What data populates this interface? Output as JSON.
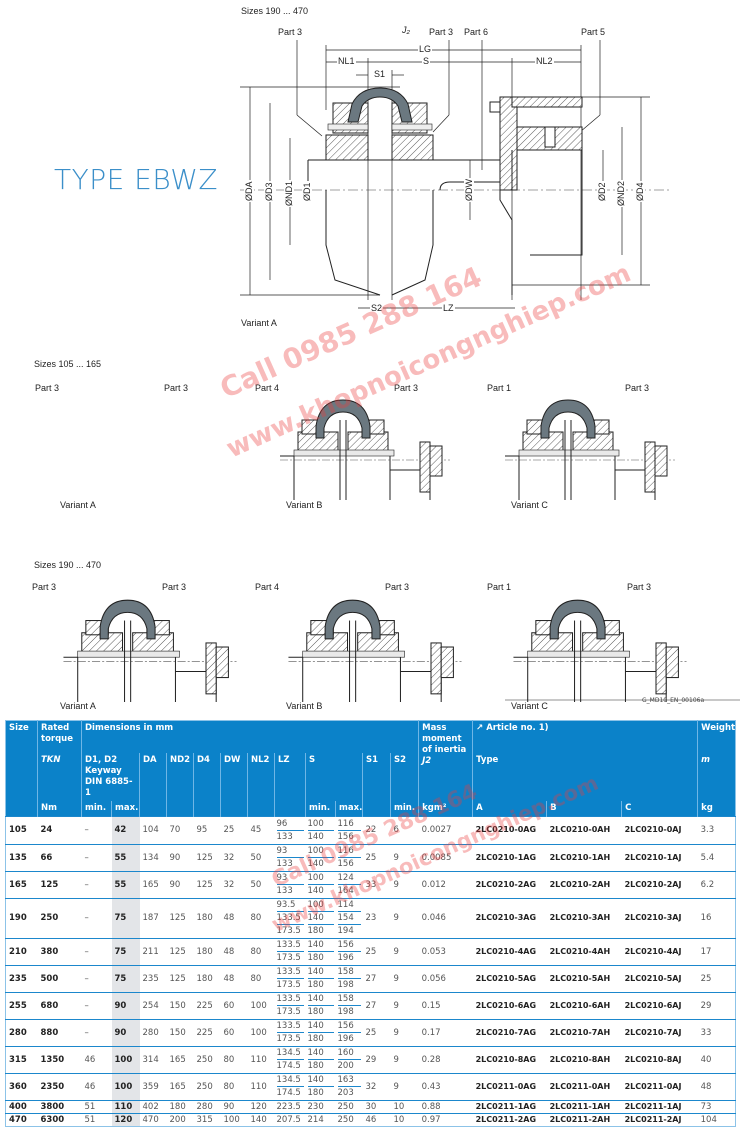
{
  "title": "TYPE EBWZ",
  "main_drawing": {
    "sizes": "Sizes 190 ... 470",
    "labels": {
      "part3_left": "Part 3",
      "j2": "J₂",
      "part3_right": "Part 3",
      "part6": "Part 6",
      "part5": "Part 5"
    },
    "dims": {
      "lg": "LG",
      "nl1": "NL1",
      "s": "S",
      "nl2": "NL2",
      "s1": "S1",
      "da": "ØDA",
      "d3": "ØD3",
      "nd1": "ØND1",
      "d1": "ØD1",
      "dw": "ØDW",
      "d2": "ØD2",
      "nd2": "ØND2",
      "d4": "ØD4",
      "s2": "S2",
      "lz": "LZ"
    },
    "variant": "Variant A"
  },
  "small_sizes": {
    "sizes": "Sizes 105 ... 165",
    "variants": [
      {
        "variant": "Variant A",
        "left": "Part 3",
        "right": "Part 3"
      },
      {
        "variant": "Variant B",
        "left": "Part 4",
        "right": "Part 3"
      },
      {
        "variant": "Variant C",
        "left": "Part 1",
        "right": "Part 3"
      }
    ]
  },
  "large_sizes": {
    "sizes": "Sizes 190 ... 470",
    "variants": [
      {
        "variant": "Variant A",
        "left": "Part 3",
        "right": "Part 3"
      },
      {
        "variant": "Variant B",
        "left": "Part 4",
        "right": "Part 3"
      },
      {
        "variant": "Variant C",
        "left": "Part 1",
        "right": "Part 3"
      }
    ],
    "figure_id": "G_MD10_EN_00106a"
  },
  "watermark": {
    "line1": "Call 0985 288 164",
    "line2": "www.khopnoicongnghiep.com"
  },
  "table": {
    "headers": {
      "size": "Size",
      "rated_torque": "Rated torque",
      "tkn": "TKN",
      "nm": "Nm",
      "dimensions": "Dimensions in mm",
      "d1d2": "D1, D2 Keyway DIN 6885-1",
      "min": "min.",
      "max": "max.",
      "da": "DA",
      "nd2": "ND2",
      "d4": "D4",
      "dw": "DW",
      "nl2": "NL2",
      "lz": "LZ",
      "s": "S",
      "s_min": "min.",
      "s_max": "max.",
      "s1": "S1",
      "s2": "S2",
      "s2_min": "min.",
      "inertia": "Mass moment of inertia",
      "j2": "J2",
      "kgm2": "kgm²",
      "article": "↗ Article no. 1)",
      "type": "Type",
      "a": "A",
      "b": "B",
      "c": "C",
      "weight": "Weight",
      "m": "m",
      "kg": "kg"
    },
    "rows": [
      {
        "size": "105",
        "torque": "24",
        "dmin": "–",
        "dmax": "42",
        "da": "104",
        "nd2": "70",
        "d4": "95",
        "dw": "25",
        "nl2": "45",
        "lz": [
          "96",
          "133"
        ],
        "smin": [
          "100",
          "140"
        ],
        "smax": [
          "116",
          "156"
        ],
        "s1": "22",
        "s2": "6",
        "j2": "0.0027",
        "a": "2LC0210-0AG",
        "b": "2LC0210-0AH",
        "c": "2LC0210-0AJ",
        "m": "3.3"
      },
      {
        "size": "135",
        "torque": "66",
        "dmin": "–",
        "dmax": "55",
        "da": "134",
        "nd2": "90",
        "d4": "125",
        "dw": "32",
        "nl2": "50",
        "lz": [
          "93",
          "133"
        ],
        "smin": [
          "100",
          "140"
        ],
        "smax": [
          "116",
          "156"
        ],
        "s1": "25",
        "s2": "9",
        "j2": "0.0085",
        "a": "2LC0210-1AG",
        "b": "2LC0210-1AH",
        "c": "2LC0210-1AJ",
        "m": "5.4"
      },
      {
        "size": "165",
        "torque": "125",
        "dmin": "–",
        "dmax": "55",
        "da": "165",
        "nd2": "90",
        "d4": "125",
        "dw": "32",
        "nl2": "50",
        "lz": [
          "93",
          "133"
        ],
        "smin": [
          "100",
          "140"
        ],
        "smax": [
          "124",
          "164"
        ],
        "s1": "33",
        "s2": "9",
        "j2": "0.012",
        "a": "2LC0210-2AG",
        "b": "2LC0210-2AH",
        "c": "2LC0210-2AJ",
        "m": "6.2"
      },
      {
        "size": "190",
        "torque": "250",
        "dmin": "–",
        "dmax": "75",
        "da": "187",
        "nd2": "125",
        "d4": "180",
        "dw": "48",
        "nl2": "80",
        "lz": [
          "93.5",
          "133.5",
          "173.5"
        ],
        "smin": [
          "100",
          "140",
          "180"
        ],
        "smax": [
          "114",
          "154",
          "194"
        ],
        "s1": "23",
        "s2": "9",
        "j2": "0.046",
        "a": "2LC0210-3AG",
        "b": "2LC0210-3AH",
        "c": "2LC0210-3AJ",
        "m": "16"
      },
      {
        "size": "210",
        "torque": "380",
        "dmin": "–",
        "dmax": "75",
        "da": "211",
        "nd2": "125",
        "d4": "180",
        "dw": "48",
        "nl2": "80",
        "lz": [
          "133.5",
          "173.5"
        ],
        "smin": [
          "140",
          "180"
        ],
        "smax": [
          "156",
          "196"
        ],
        "s1": "25",
        "s2": "9",
        "j2": "0.053",
        "a": "2LC0210-4AG",
        "b": "2LC0210-4AH",
        "c": "2LC0210-4AJ",
        "m": "17"
      },
      {
        "size": "235",
        "torque": "500",
        "dmin": "–",
        "dmax": "75",
        "da": "235",
        "nd2": "125",
        "d4": "180",
        "dw": "48",
        "nl2": "80",
        "lz": [
          "133.5",
          "173.5"
        ],
        "smin": [
          "140",
          "180"
        ],
        "smax": [
          "158",
          "198"
        ],
        "s1": "27",
        "s2": "9",
        "j2": "0.056",
        "a": "2LC0210-5AG",
        "b": "2LC0210-5AH",
        "c": "2LC0210-5AJ",
        "m": "25"
      },
      {
        "size": "255",
        "torque": "680",
        "dmin": "–",
        "dmax": "90",
        "da": "254",
        "nd2": "150",
        "d4": "225",
        "dw": "60",
        "nl2": "100",
        "lz": [
          "133.5",
          "173.5"
        ],
        "smin": [
          "140",
          "180"
        ],
        "smax": [
          "158",
          "198"
        ],
        "s1": "27",
        "s2": "9",
        "j2": "0.15",
        "a": "2LC0210-6AG",
        "b": "2LC0210-6AH",
        "c": "2LC0210-6AJ",
        "m": "29"
      },
      {
        "size": "280",
        "torque": "880",
        "dmin": "–",
        "dmax": "90",
        "da": "280",
        "nd2": "150",
        "d4": "225",
        "dw": "60",
        "nl2": "100",
        "lz": [
          "133.5",
          "173.5"
        ],
        "smin": [
          "140",
          "180"
        ],
        "smax": [
          "156",
          "196"
        ],
        "s1": "25",
        "s2": "9",
        "j2": "0.17",
        "a": "2LC0210-7AG",
        "b": "2LC0210-7AH",
        "c": "2LC0210-7AJ",
        "m": "33"
      },
      {
        "size": "315",
        "torque": "1350",
        "dmin": "46",
        "dmax": "100",
        "da": "314",
        "nd2": "165",
        "d4": "250",
        "dw": "80",
        "nl2": "110",
        "lz": [
          "134.5",
          "174.5"
        ],
        "smin": [
          "140",
          "180"
        ],
        "smax": [
          "160",
          "200"
        ],
        "s1": "29",
        "s2": "9",
        "j2": "0.28",
        "a": "2LC0210-8AG",
        "b": "2LC0210-8AH",
        "c": "2LC0210-8AJ",
        "m": "40"
      },
      {
        "size": "360",
        "torque": "2350",
        "dmin": "46",
        "dmax": "100",
        "da": "359",
        "nd2": "165",
        "d4": "250",
        "dw": "80",
        "nl2": "110",
        "lz": [
          "134.5",
          "174.5"
        ],
        "smin": [
          "140",
          "180"
        ],
        "smax": [
          "163",
          "203"
        ],
        "s1": "32",
        "s2": "9",
        "j2": "0.43",
        "a": "2LC0211-0AG",
        "b": "2LC0211-0AH",
        "c": "2LC0211-0AJ",
        "m": "48"
      },
      {
        "size": "400",
        "torque": "3800",
        "dmin": "51",
        "dmax": "110",
        "da": "402",
        "nd2": "180",
        "d4": "280",
        "dw": "90",
        "nl2": "120",
        "lz": [
          "223.5"
        ],
        "smin": [
          "230"
        ],
        "smax": [
          "250"
        ],
        "s1": "30",
        "s2": "10",
        "j2": "0.88",
        "a": "2LC0211-1AG",
        "b": "2LC0211-1AH",
        "c": "2LC0211-1AJ",
        "m": "73"
      },
      {
        "size": "470",
        "torque": "6300",
        "dmin": "51",
        "dmax": "120",
        "da": "470",
        "nd2": "200",
        "d4": "315",
        "dw": "100",
        "nl2": "140",
        "lz": [
          "207.5"
        ],
        "smin": [
          "214"
        ],
        "smax": [
          "250"
        ],
        "s1": "46",
        "s2": "10",
        "j2": "0.97",
        "a": "2LC0211-2AG",
        "b": "2LC0211-2AH",
        "c": "2LC0211-2AJ",
        "m": "104"
      }
    ]
  }
}
